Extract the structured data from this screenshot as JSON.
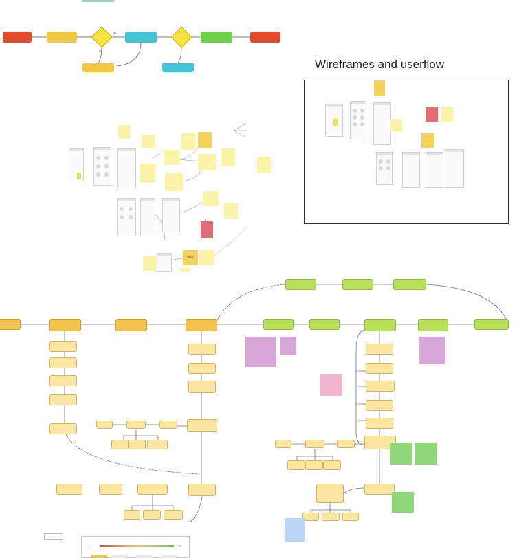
{
  "title": "Wireframes and userflow",
  "top_flow": {
    "edge_yes": "YES",
    "edge_no": "NO"
  },
  "bottom_panel": {
    "left_label": "Low",
    "right_label": "High"
  },
  "final_state": {
    "yes_label": "yes"
  },
  "colors": {
    "red": "#e24b2b",
    "yellow": "#f2c744",
    "cyan": "#43c4d3",
    "green": "#6dd14a",
    "lime": "#b9e05a",
    "light_node": "#fbe6a3",
    "sticky_yellow": "#fbf3a7",
    "sticky_purple": "#d8a6d8",
    "sticky_pink": "#f2b5cf",
    "sticky_green": "#8fd87a",
    "sticky_blue": "#bcd4f5"
  }
}
